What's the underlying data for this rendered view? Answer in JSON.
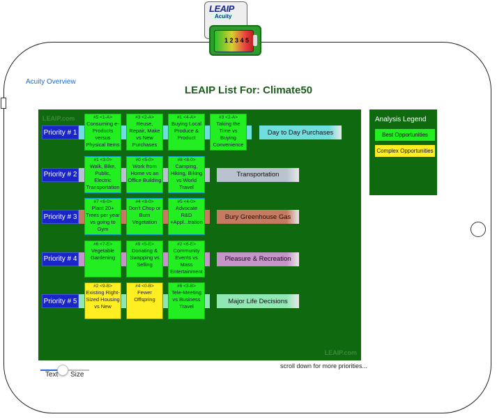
{
  "logo": {
    "title": "LEAIP",
    "subtitle": "Acuity",
    "digits": "1 2 3 4 5"
  },
  "header": {
    "overview_link": "Acuity Overview",
    "title": "LEAIP List For:  Climate50"
  },
  "board": {
    "watermark": "LEAIP.com"
  },
  "colors": {
    "best": "#22ee22",
    "complex": "#ffee22",
    "board": "#0f6a0f",
    "priority": "#1a25c8"
  },
  "rows": [
    {
      "priority": "Priority # 1",
      "category": "Day to Day Purchases",
      "category_color": "#6fdede",
      "connector_color": "#6fdede",
      "cards": [
        {
          "code": "#5 <1-A>",
          "label": "Consuming e-Products versus Physical Items",
          "type": "best"
        },
        {
          "code": "#3 <2-A>",
          "label": "Reuse, Repair, Make vs New Purchases",
          "type": "best"
        },
        {
          "code": "#1 <4-A>",
          "label": "Buying Local Produce & Product",
          "type": "best"
        },
        {
          "code": "#3 <2-A>",
          "label": "Taking the Time vs Buying Convenience",
          "type": "best"
        }
      ]
    },
    {
      "priority": "Priority # 2",
      "category": "Transportation",
      "category_color": "#b9c3cf",
      "connector_color": "#b9c3cf",
      "cards": [
        {
          "code": "#1 <3-0>",
          "label": "Walk, Bike, Public, Electric Transportation",
          "type": "best"
        },
        {
          "code": "#0 <5-0>",
          "label": "Work from Home vs an Office Building",
          "type": "best"
        },
        {
          "code": "#8 <8-0>",
          "label": "Camping, Hiking, Biking vs World Travel",
          "type": "best"
        }
      ]
    },
    {
      "priority": "Priority # 3",
      "category": "Bury Greenhouse Gas",
      "category_color": "#c57a62",
      "connector_color": "#c57a62",
      "cards": [
        {
          "code": "#7 <6-0>",
          "label": "Plant 20+ Trees per year vs going to Gym",
          "type": "best"
        },
        {
          "code": "#4 <8-0>",
          "label": "Don't Chop or Burn Vegetation",
          "type": "best"
        },
        {
          "code": "#5 <4-0>",
          "label": "Advocate R&D +Appl...tration",
          "type": "best"
        }
      ]
    },
    {
      "priority": "Priority # 4",
      "category": "Pleasure & Recreation",
      "category_color": "#c594c8",
      "connector_color": "#c594c8",
      "cards": [
        {
          "code": "#6 <7-E>",
          "label": "Vegetable Gardening",
          "type": "best"
        },
        {
          "code": "#9 <5-E>",
          "label": "Donating & Swapping vs Selling",
          "type": "best"
        },
        {
          "code": "#2 <6-E>",
          "label": "Community Events vs Mass Entertainment",
          "type": "best"
        }
      ]
    },
    {
      "priority": "Priority # 5",
      "category": "Major Life Decisions",
      "category_color": "#8fe7b4",
      "connector_color": "#8fe7b4",
      "cards": [
        {
          "code": "#2 <9-B>",
          "label": "Existing Right-Sized Housing vs New",
          "type": "complex"
        },
        {
          "code": "#4 <0-B>",
          "label": "Fewer Offspring",
          "type": "complex"
        },
        {
          "code": "#6 <3-B>",
          "label": "Tele-Meeting vs Business Travel",
          "type": "best"
        }
      ]
    }
  ],
  "legend": {
    "title": "Analysis Legend",
    "best": "Best Opportunities",
    "complex": "Complex Opportunities"
  },
  "footer": {
    "scroll_hint": "scroll down for more priorities...",
    "slider_text": "Text",
    "slider_size": "Size"
  }
}
